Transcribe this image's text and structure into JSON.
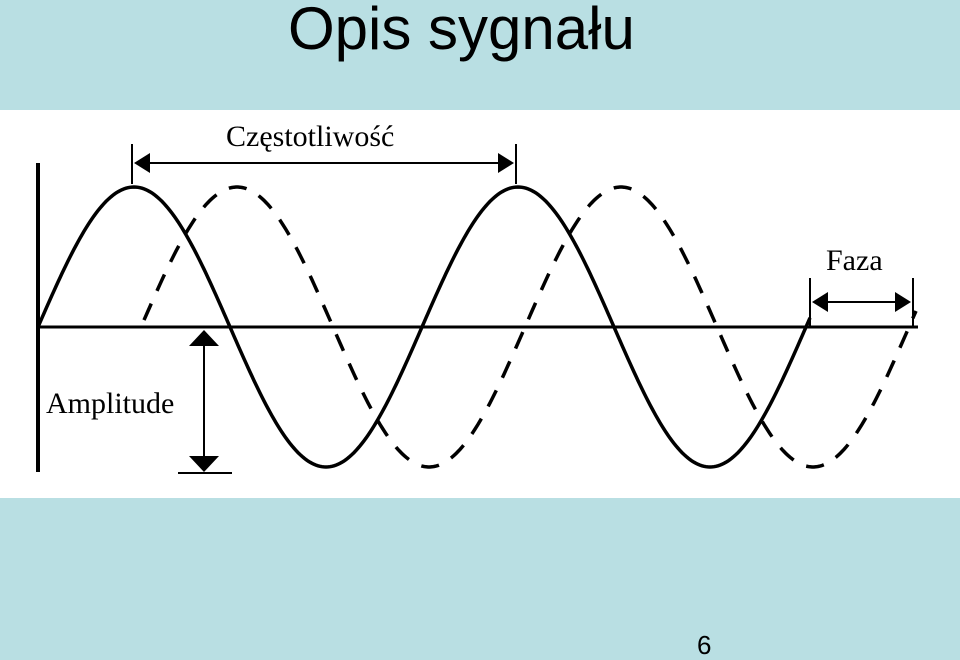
{
  "slide": {
    "title": "Opis sygnału",
    "page_number": "6"
  },
  "diagram": {
    "labels": {
      "frequency": "Częstotliwość",
      "phase": "Faza",
      "amplitude": "Amplitude"
    },
    "signals": [
      {
        "style": "solid",
        "color": "#000000"
      },
      {
        "style": "dashed",
        "color": "#000000"
      }
    ]
  }
}
